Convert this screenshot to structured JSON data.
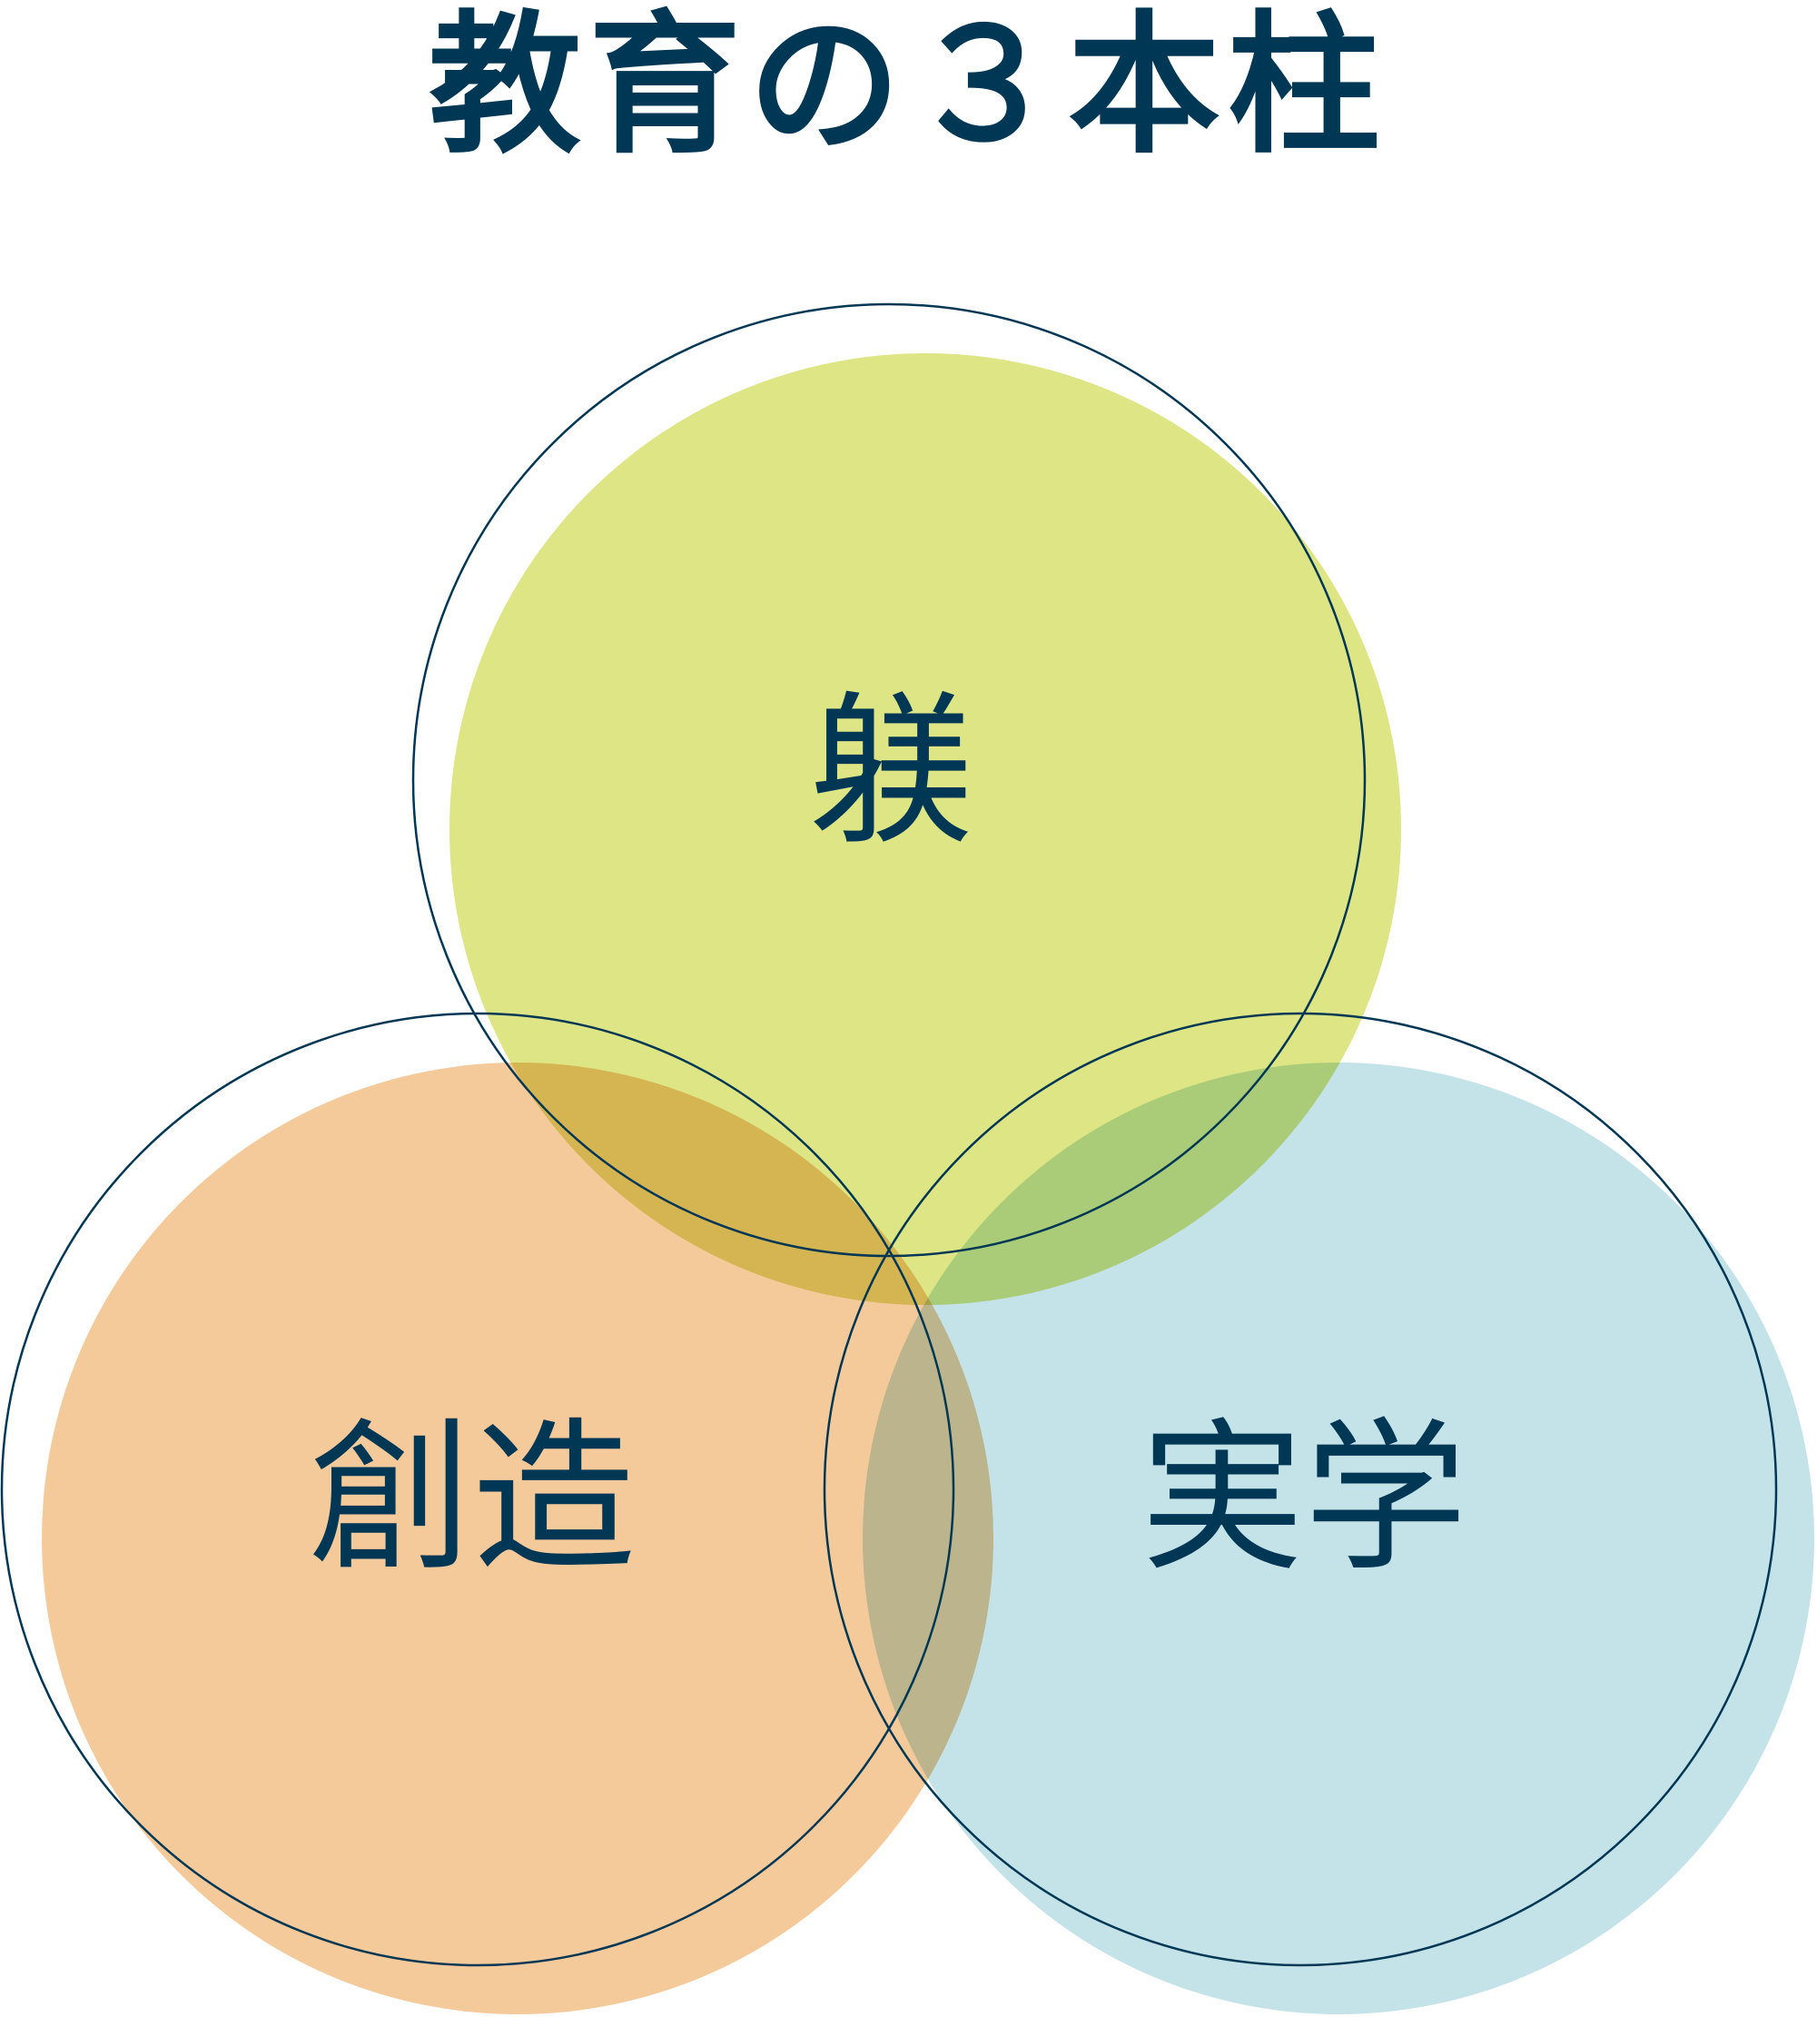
{
  "title": "教育の３本柱",
  "pillars": [
    {
      "label": "躾",
      "color": "#dde585"
    },
    {
      "label": "創造",
      "color": "#f5ca9a"
    },
    {
      "label": "実学",
      "color": "#c4e3e8"
    }
  ],
  "outline_color": "#003755"
}
